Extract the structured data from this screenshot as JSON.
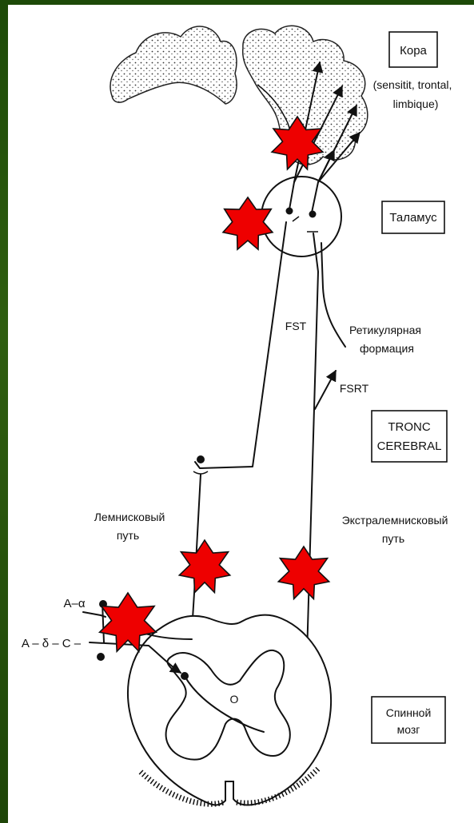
{
  "labels": {
    "cortex_title": "Кора",
    "cortex_sub1": "(sensitit, trontal,",
    "cortex_sub2": "limbique)",
    "thalamus": "Таламус",
    "fst": "FST",
    "reticular1": "Ретикулярная",
    "reticular2": "формация",
    "fsrt": "FSRT",
    "tronc1": "TRONC",
    "tronc2": "CEREBRAL",
    "lemniscal1": "Лемнисковый",
    "lemniscal2": "путь",
    "extralemniscal1": "Экстралемнисковый",
    "extralemniscal2": "путь",
    "fiber_a_alpha": "A–α",
    "fiber_a_delta_c": "A – δ – C –",
    "center_o": "O",
    "spinal1": "Спинной",
    "spinal2": "мозг"
  },
  "colors": {
    "frame": "#1f4a0a",
    "star_fill": "#ee0000",
    "line": "#111111"
  }
}
